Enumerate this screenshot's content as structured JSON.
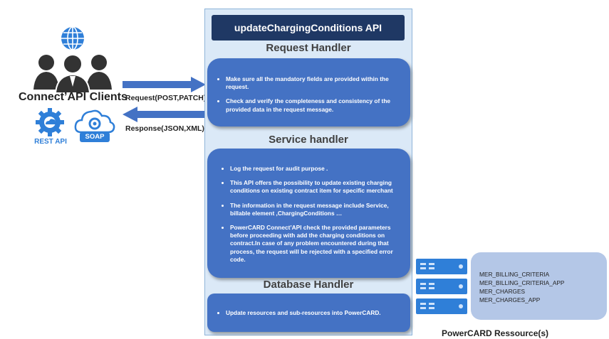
{
  "clients": {
    "label": "Connect’API Clients",
    "rest_label": "REST API",
    "soap_label": "SOAP"
  },
  "arrows": {
    "request_label": "Request(POST,PATCH)",
    "response_label": "Response(JSON,XML)"
  },
  "api": {
    "title": "updateChargingConditions API"
  },
  "request_handler": {
    "title": "Request Handler",
    "items": [
      "Make sure all the mandatory fields are provided within the request.",
      "Check and verify the completeness and consistency of the provided data in the request message."
    ]
  },
  "service_handler": {
    "title": "Service handler",
    "items": [
      "Log the request for audit purpose .",
      "This API offers the possibility to update existing charging conditions on existing contract item for specific merchant",
      "The information in the request message include Service, billable element ,ChargingConditions …",
      "PowerCARD Connect’API check the provided parameters before proceeding with add the charging conditions on contract.In case of any problem encountered during that process, the request will be rejected with a specified error code."
    ]
  },
  "database_handler": {
    "title": "Database Handler",
    "items": [
      "Update resources and sub-resources into PowerCARD."
    ]
  },
  "resources": {
    "tables": [
      "MER_BILLING_CRITERIA",
      "MER_BILLING_CRITERIA_APP",
      "MER_CHARGES",
      "MER_CHARGES_APP"
    ],
    "caption": "PowerCARD Ressource(s)"
  }
}
